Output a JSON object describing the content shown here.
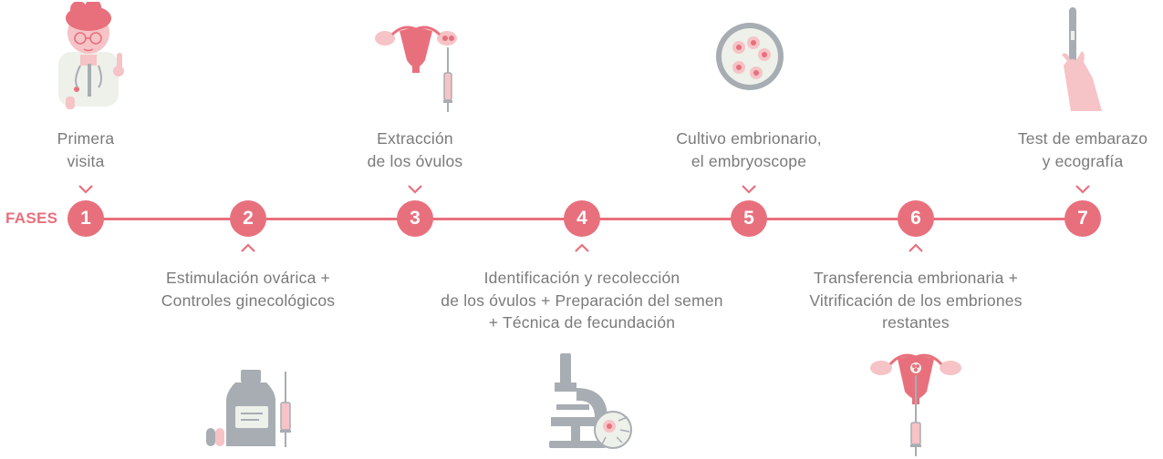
{
  "timeline": {
    "title": "FASES",
    "phases": [
      {
        "number": "1",
        "lines": [
          "Primera",
          "visita"
        ],
        "icon": "doctor-icon"
      },
      {
        "number": "2",
        "lines": [
          "Estimulación ovárica +",
          "Controles ginecológicos"
        ],
        "icon": "medication-icon"
      },
      {
        "number": "3",
        "lines": [
          "Extracción",
          "de los óvulos"
        ],
        "icon": "uterus-syringe-icon"
      },
      {
        "number": "4",
        "lines": [
          "Identificación y recolección",
          "de los óvulos + Preparación del semen",
          "+ Técnica de fecundación"
        ],
        "icon": "microscope-icon"
      },
      {
        "number": "5",
        "lines": [
          "Cultivo embrionario,",
          "el embryoscope"
        ],
        "icon": "petri-dish-icon"
      },
      {
        "number": "6",
        "lines": [
          "Transferencia embrionaria +",
          "Vitrificación de los embriones",
          "restantes"
        ],
        "icon": "embryo-transfer-icon"
      },
      {
        "number": "7",
        "lines": [
          "Test de embarazo",
          "y ecografía"
        ],
        "icon": "pregnancy-test-icon"
      }
    ]
  },
  "colors": {
    "accent": "#e8707d",
    "text": "#7a7a7a",
    "gray": "#a7adb3",
    "pink_light": "#f6c3c6"
  }
}
